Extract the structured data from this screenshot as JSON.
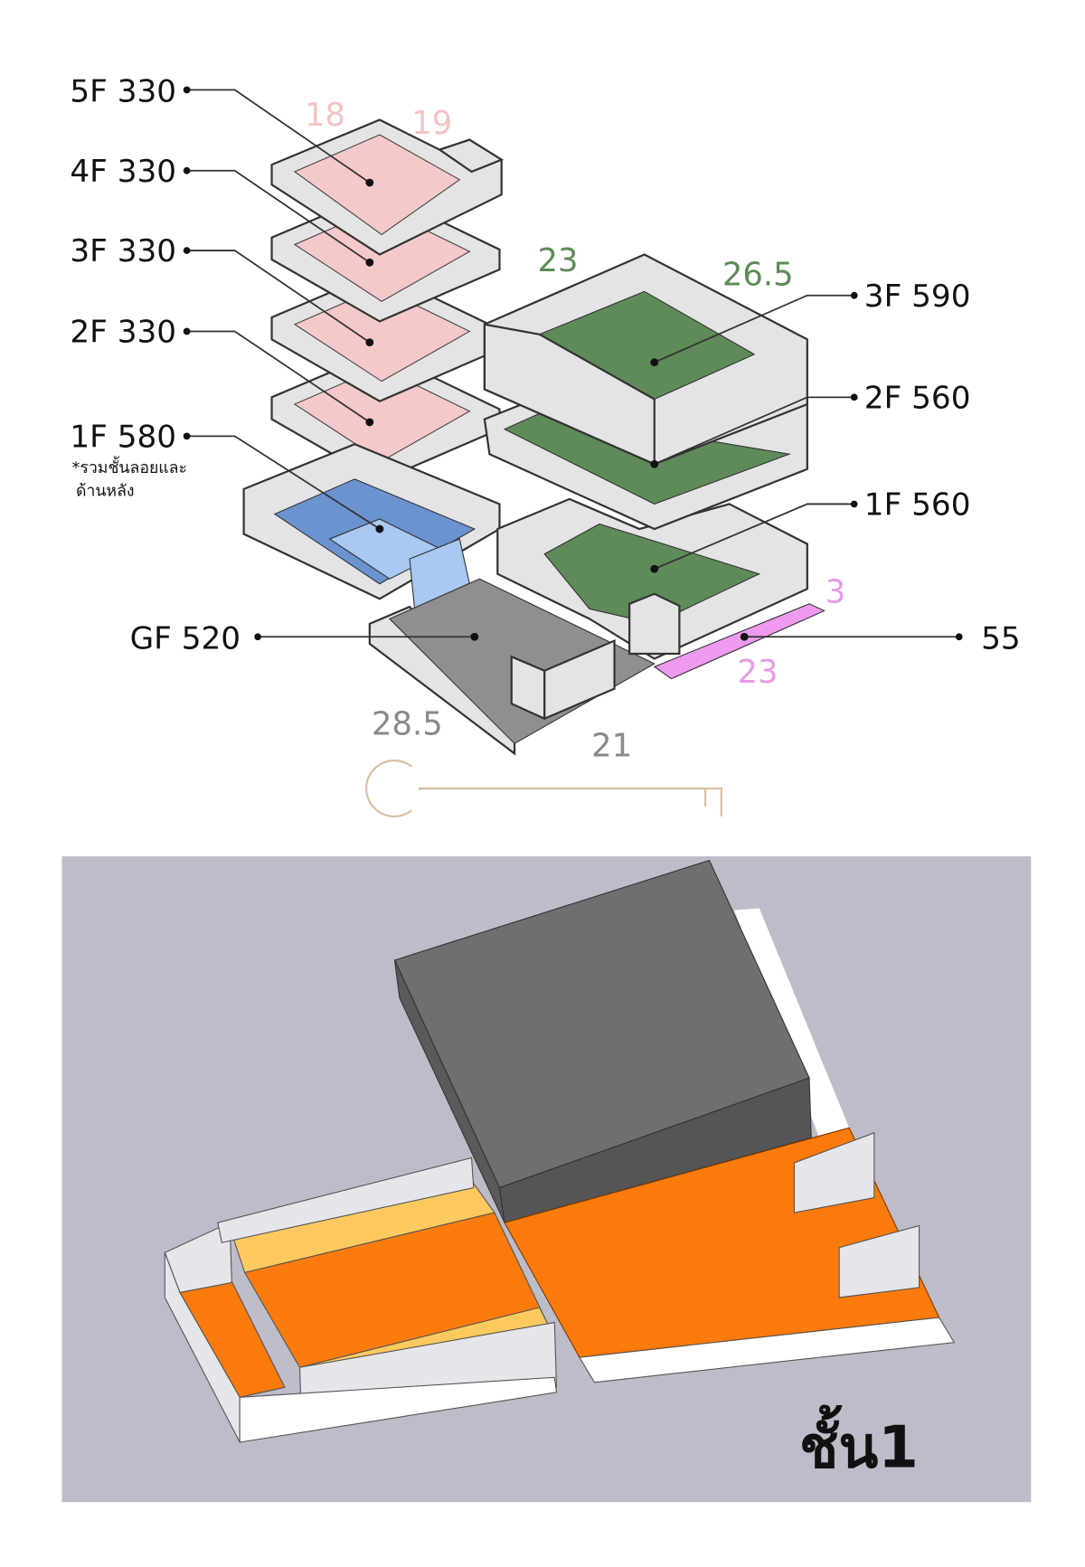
{
  "left_labels": [
    {
      "floor": "5F 330"
    },
    {
      "floor": "4F 330"
    },
    {
      "floor": "3F 330"
    },
    {
      "floor": "2F 330"
    },
    {
      "floor": "1F 580"
    }
  ],
  "note_line1": "*รวมชั้นลอยและ",
  "note_line2": "ด้านหลัง",
  "ground_label": "GF  520",
  "right_labels": [
    {
      "floor": "3F 590"
    },
    {
      "floor": "2F 560"
    },
    {
      "floor": "1F 560"
    }
  ],
  "strip_label": "55",
  "dimensions": {
    "pink_top_a": "18",
    "pink_top_b": "19",
    "green_top_a": "23",
    "green_top_b": "26.5",
    "strip_depth": "3",
    "strip_length": "23",
    "ground_a": "28.5",
    "ground_b": "21"
  },
  "caption": "ชั้น1",
  "colors": {
    "pink_floor": "#f5c9c9",
    "green_floor": "#5f8a59",
    "blue_floor": "#a9c8f2",
    "gray_floor": "#8f8f8f",
    "magenta_strip": "#ee9af0",
    "orange_floor": "#fb7a0c",
    "yellow_floor": "#fdc95e",
    "model_bg": "#bdbcc9"
  }
}
